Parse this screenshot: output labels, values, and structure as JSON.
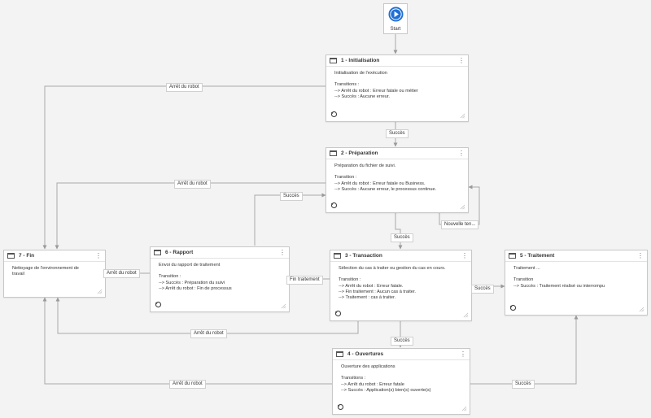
{
  "start": {
    "label": "Start"
  },
  "states": {
    "s1": {
      "title": "1 - Initialisation",
      "lines": [
        "Initialisation de l'exécution",
        "",
        "Transitions :",
        "--> Arrêt du robot : Erreur fatale ou métier",
        "--> Succès : Aucune erreur."
      ]
    },
    "s2": {
      "title": "2 - Préparation",
      "lines": [
        "Préparation du fichier de suivi.",
        "",
        "Transition :",
        "--> Arrêt du robot : Erreur fatale ou Business.",
        "--> Succès : Aucune erreur, le processus continue."
      ]
    },
    "s3": {
      "title": "3 - Transaction",
      "lines": [
        "Sélection du cas à traiter ou gestion du cas en cours.",
        "",
        "Transition :",
        "--> Arrêt du robot : Erreur fatale.",
        "--> Fin traitement : Aucun cas à traiter.",
        "--> Traitement : cas à traiter."
      ]
    },
    "s4": {
      "title": "4 - Ouvertures",
      "lines": [
        "Ouverture des applications",
        "",
        "Transitions :",
        "--> Arrêt du robot : Erreur fatale",
        "--> Succès : Application(s) bien(s) ouverte(s)"
      ]
    },
    "s5": {
      "title": "5 - Traitement",
      "lines": [
        "Traitement ...",
        "",
        "Transition",
        "--> Succès : Traitement réalisé ou interrompu"
      ]
    },
    "s6": {
      "title": "6 - Rapport",
      "lines": [
        "Envoi du rapport de traitement",
        "",
        "Transition :",
        "--> Succès : Préparation du suivi",
        "--> Arrêt du robot : Fin de processus"
      ]
    },
    "s7": {
      "title": "7 - Fin",
      "lines": [
        "Nettoyage de l'environnement de",
        "travail"
      ]
    }
  },
  "edge_labels": {
    "arret_s1": "Arrêt du robot",
    "succes_s1_s2": "Succès",
    "arret_s2": "Arrêt du robot",
    "succes_s6_s2": "Succès",
    "nouvelle_tentative": "Nouvelle ten...",
    "succes_s2_s3": "Succès",
    "arret_s6": "Arrêt du robot",
    "fin_traitement": "Fin traitement",
    "succes_s3_s5": "Succès",
    "arret_s3": "Arrêt du robot",
    "succes_s3_s4": "Succès",
    "arret_s4": "Arrêt du robot",
    "succes_s4_s5": "Succès"
  }
}
